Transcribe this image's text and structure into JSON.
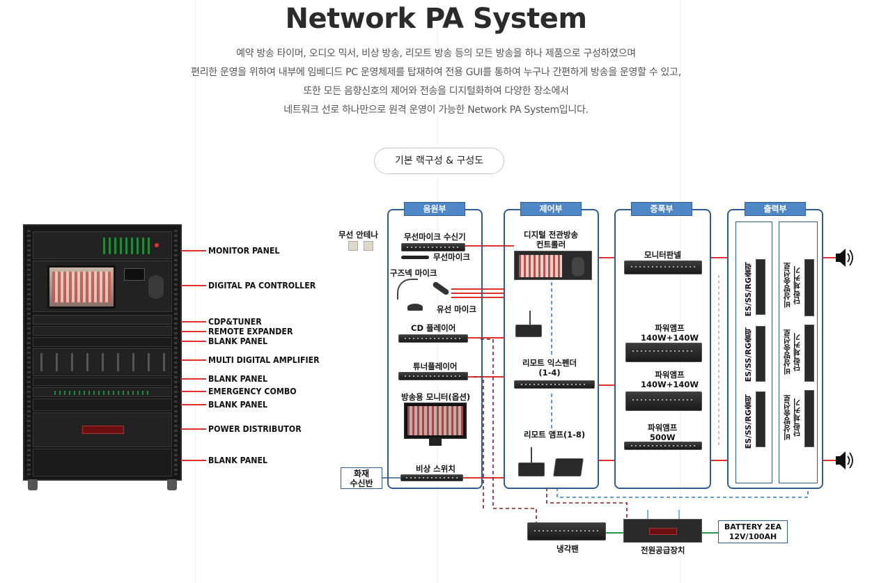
{
  "header": {
    "title": "Network PA System",
    "description": [
      "예약 방송 타이머, 오디오 믹서, 비상 방송, 리모트 방송 등의 모든 방송을 하나 제품으로 구성하였으며",
      "편리한 운영을 위하여 내부에 임베디드 PC 운영체제를 탑재하여 전용 GUI를 통하여 누구나 간편하게 방송을 운영할 수 있고,",
      "또한 모든 음향신호의 제어와 전송을 디지털화하여 다양한 장소에서",
      "네트워크 선로 하나만으로 원격 운영이 가능한 Network PA System입니다."
    ],
    "tab_label": "기본 랙구성 & 구성도"
  },
  "rack": {
    "labels": [
      "MONITOR PANEL",
      "DIGITAL PA CONTROLLER",
      "CDP&TUNER",
      "REMOTE EXPANDER",
      "BLANK PANEL",
      "MULTI DIGITAL AMPLIFIER",
      "BLANK PANEL",
      "EMERGENCY COMBO",
      "BLANK PANEL",
      "POWER DISTRIBUTOR",
      "BLANK PANEL"
    ]
  },
  "diagram": {
    "sections": [
      "음원부",
      "제어부",
      "증폭부",
      "출력부"
    ],
    "source": {
      "antenna": "무선 안테나",
      "wireless_receiver": "무선마이크 수신기",
      "wireless_mic": "무선마이크",
      "gooseneck_mic": "구즈넥 마이크",
      "wired_mic": "유선 마이크",
      "cd_player": "CD 플레이어",
      "tuner_player": "튜너플레이어",
      "monitor": "방송용 모니터(옵션)",
      "emergency_switch": "비상 스위치",
      "fire_panel": [
        "화재",
        "수신반"
      ]
    },
    "control": {
      "controller": [
        "디지털 전관방송",
        "컨트롤러"
      ],
      "remote_expander": [
        "리모트 익스펜더",
        "(1-4)"
      ],
      "remote_amp": "리모트 앰프(1-8)"
    },
    "amplifier": {
      "monitor_panel": "모니터판넬",
      "amp1": [
        "파워앰프",
        "140W+140W"
      ],
      "amp2": [
        "파워앰프",
        "140W+140W"
      ],
      "amp3": [
        "파워앰프",
        "500W"
      ]
    },
    "output": {
      "selector": "ES/SS/RG출력",
      "emergency": [
        "비상방송선로",
        "단락체커기"
      ]
    },
    "bottom": {
      "cooling_fan": "냉각팬",
      "power_supply": "전원공급장치",
      "battery": [
        "BATTERY 2EA",
        "12V/100AH"
      ]
    }
  }
}
